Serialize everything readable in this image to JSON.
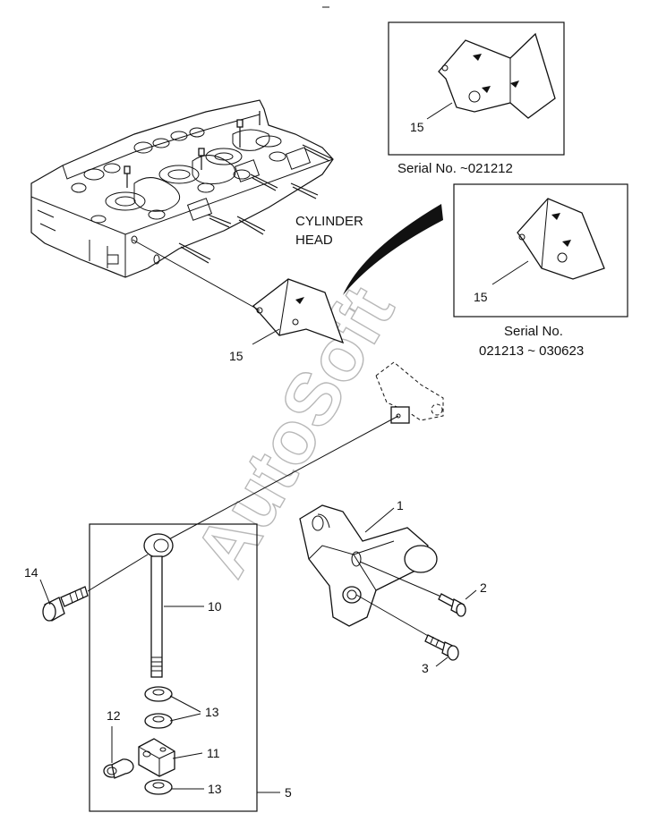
{
  "watermark": "AutoSoft",
  "captions": {
    "cylinder_head_line1": "CYLINDER",
    "cylinder_head_line2": "HEAD",
    "serial_a": "Serial No. ~021212",
    "serial_b_line1": "Serial No.",
    "serial_b_line2": "021213 ~ 030623"
  },
  "callouts": {
    "n1": "1",
    "n2": "2",
    "n3": "3",
    "n5": "5",
    "n10": "10",
    "n11": "11",
    "n12": "12",
    "n13a": "13",
    "n13b": "13",
    "n14": "14",
    "n15_main": "15",
    "n15_inset_a": "15",
    "n15_inset_b": "15"
  }
}
